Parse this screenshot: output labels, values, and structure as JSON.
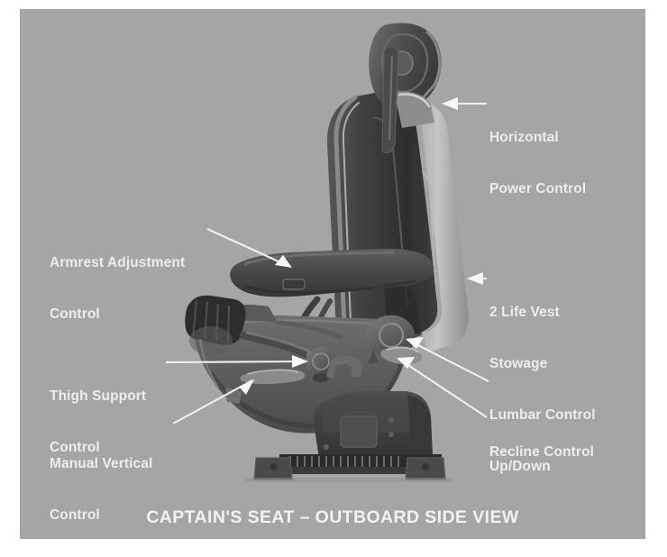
{
  "figure": {
    "title": "CAPTAIN'S SEAT – OUTBOARD SIDE VIEW",
    "subject": "aircraft captain's seat",
    "view": "outboard side view",
    "panel_background_color": "#a5a5a5",
    "label_text_color": "#ededed",
    "page_background_color": "#ffffff"
  },
  "callouts": [
    {
      "id": "horizontal-power-control",
      "line1": "Horizontal",
      "line2": "Power Control",
      "side": "right",
      "pointer": "arrow"
    },
    {
      "id": "life-vest-stowage",
      "line1": "2 Life Vest",
      "line2": "Stowage",
      "side": "right",
      "pointer": "arrow"
    },
    {
      "id": "lumbar-control-up-down",
      "line1": "Lumbar Control",
      "line2": "Up/Down",
      "side": "right",
      "pointer": "arrow"
    },
    {
      "id": "recline-control",
      "line1": "Recline Control",
      "line2": "",
      "side": "right",
      "pointer": "arrow"
    },
    {
      "id": "armrest-adjustment-control",
      "line1": "Armrest Adjustment",
      "line2": "Control",
      "side": "left",
      "pointer": "arrow"
    },
    {
      "id": "thigh-support-control",
      "line1": "Thigh Support",
      "line2": "Control",
      "side": "left",
      "pointer": "arrow"
    },
    {
      "id": "manual-vertical-control",
      "line1": "Manual Vertical",
      "line2": "Control",
      "side": "left",
      "pointer": "arrow"
    }
  ],
  "seat_parts": [
    "headrest",
    "headrest-post",
    "seatback",
    "life-vest-stowage-panel",
    "armrest",
    "armrest-control-tab",
    "seat-pan",
    "thigh-support-cushion",
    "thigh-support-knob",
    "manual-vertical-lever",
    "lumbar-knob",
    "recline-lever",
    "recline-linkage",
    "pedestal",
    "seat-track-rail",
    "track-mount-feet"
  ]
}
